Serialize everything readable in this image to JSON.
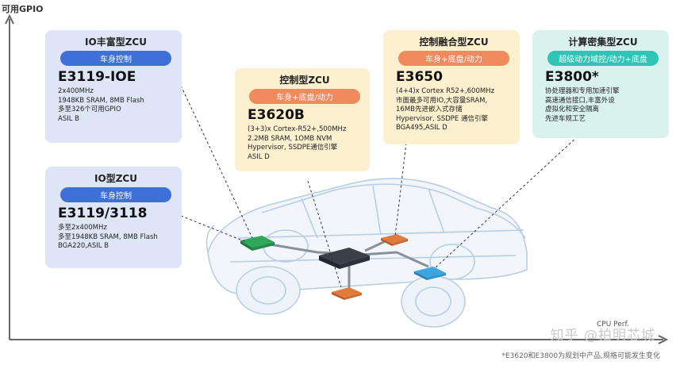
{
  "axis": {
    "y_label": "可用GPIO",
    "x_label": "CPU Perf."
  },
  "cards": {
    "io_rich": {
      "title": "IO丰富型ZCU",
      "tag": "车身控制",
      "model": "E3119-IOE",
      "specs": [
        "2x400MHz",
        "1948KB SRAM, 8MB Flash",
        "多至326个可用GPIO",
        "ASIL B"
      ]
    },
    "io": {
      "title": "IO型ZCU",
      "tag": "车身控制",
      "model": "E3119/3118",
      "specs": [
        "多至2x400MHz",
        "多至1948KB SRAM, 8MB Flash",
        "BGA220,ASIL B"
      ]
    },
    "control": {
      "title": "控制型ZCU",
      "tag": "车身+底盘/动力",
      "model": "E3620B",
      "specs": [
        "(3+3)x Cortex-R52+,500MHz",
        "2.2MB SRAM, 1OMB NVM",
        "Hypervisor, SSDPE通信引擎",
        "ASIL D"
      ]
    },
    "fusion": {
      "title": "控制融合型ZCU",
      "tag": "车身+底盘/动力",
      "model": "E3650",
      "specs": [
        "(4+4)x Cortex R52+,600MHz",
        "市面最多可用IO,大容量SRAM,",
        "16MB先进嵌入式存储",
        "Hypervisor, SSDPE 通信引擎",
        "BGA495,ASIL D"
      ]
    },
    "compute": {
      "title": "计算密集型ZCU",
      "tag": "超级动力域控/动力+底盘",
      "model": "E3800*",
      "specs": [
        "协处理器和专用加速引擎",
        "高速通信接口,丰富外设",
        "虚拟化和安全隔离",
        "先进车规工艺"
      ]
    }
  },
  "watermark": "知乎 @拍明芯城",
  "footnote": "*E3620和E3800为规划中产品,规格可能发生变化",
  "colors": {
    "blue_card": "#dde5f6",
    "blue_tag": "#3f6fd8",
    "yellow_card": "#fdf0cf",
    "orange_tag": "#f08a5d",
    "teal_card": "#d9f2ee",
    "teal_tag": "#2ec4b6",
    "module_green": "#2fa85a",
    "module_orange": "#e07b3c",
    "module_dark": "#3a3f4a",
    "module_blue": "#3aa6e0"
  }
}
